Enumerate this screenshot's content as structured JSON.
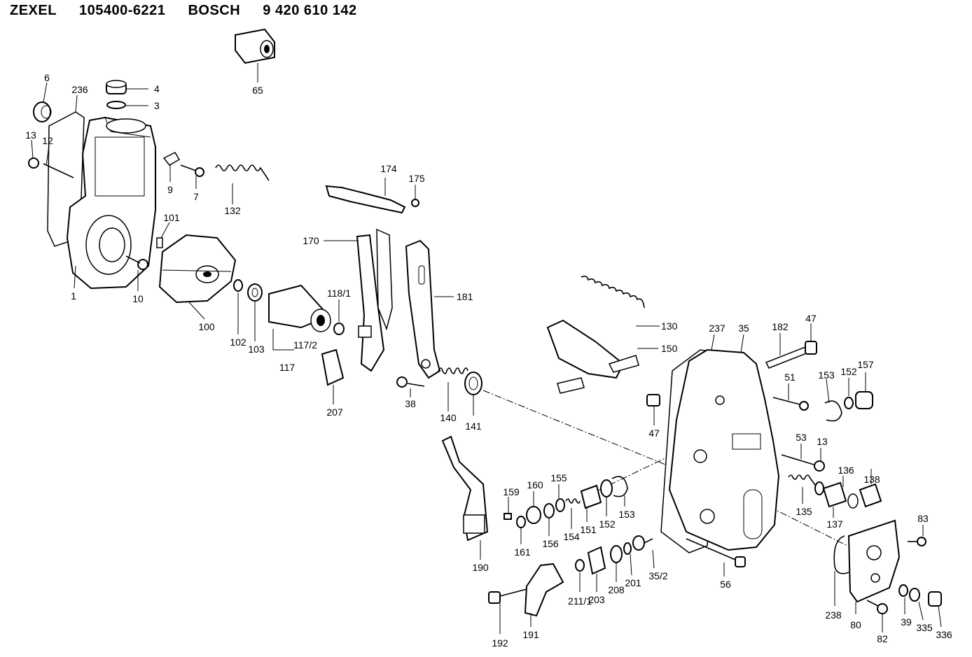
{
  "header": {
    "brand1": "ZEXEL",
    "part_no1": "105400-6221",
    "brand2": "BOSCH",
    "part_no2": "9 420 610 142"
  },
  "labels": {
    "p6": "6",
    "p236": "236",
    "p4": "4",
    "p3": "3",
    "p65": "65",
    "p13a": "13",
    "p12": "12",
    "p9": "9",
    "p7": "7",
    "p132": "132",
    "p101": "101",
    "p1": "1",
    "p10": "10",
    "p100": "100",
    "p102": "102",
    "p103": "103",
    "p117_2": "117/2",
    "p117": "117",
    "p118_1": "118/1",
    "p174": "174",
    "p175": "175",
    "p170": "170",
    "p181": "181",
    "p207": "207",
    "p38": "38",
    "p140": "140",
    "p141": "141",
    "p130": "130",
    "p150": "150",
    "p237": "237",
    "p35": "35",
    "p182": "182",
    "p47a": "47",
    "p51": "51",
    "p153a": "153",
    "p152a": "152",
    "p157": "157",
    "p47b": "47",
    "p53": "53",
    "p13b": "13",
    "p136": "136",
    "p138": "138",
    "p135": "135",
    "p137": "137",
    "p83": "83",
    "p159": "159",
    "p160": "160",
    "p155": "155",
    "p161": "161",
    "p156": "156",
    "p154": "154",
    "p151": "151",
    "p152b": "152",
    "p153b": "153",
    "p190": "190",
    "p211_1": "211/1",
    "p203": "203",
    "p208": "208",
    "p201": "201",
    "p35_2": "35/2",
    "p56": "56",
    "p238": "238",
    "p80": "80",
    "p39": "39",
    "p335": "335",
    "p336": "336",
    "p82": "82",
    "p192": "192",
    "p191": "191"
  }
}
